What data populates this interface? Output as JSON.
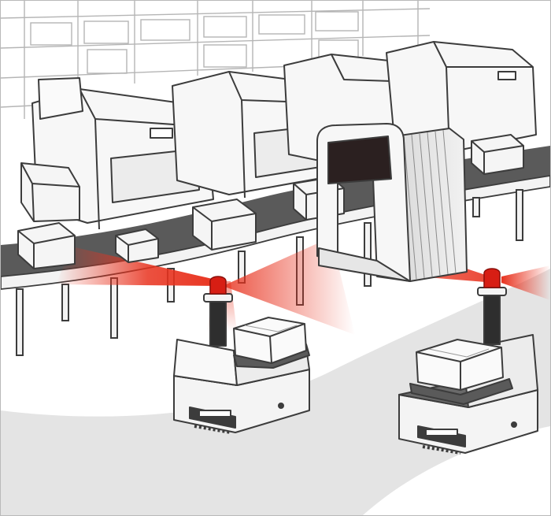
{
  "scene": {
    "subject": "warehouse-automation",
    "elements": [
      "storage-racks",
      "packaging-machines",
      "curved-conveyor",
      "inspection-tunnel",
      "agv-robots",
      "laser-scan-beams",
      "warning-beacons"
    ]
  },
  "colors": {
    "beam": "#e8321e",
    "beacon": "#d71e14",
    "floor": "#e4e4e4",
    "outline": "#3c3c3c",
    "belt": "#5a5a5a",
    "tunnel_opening": "#2b2020",
    "machine_body": "#f7f7f7",
    "robot_body": "#f4f4f4"
  }
}
